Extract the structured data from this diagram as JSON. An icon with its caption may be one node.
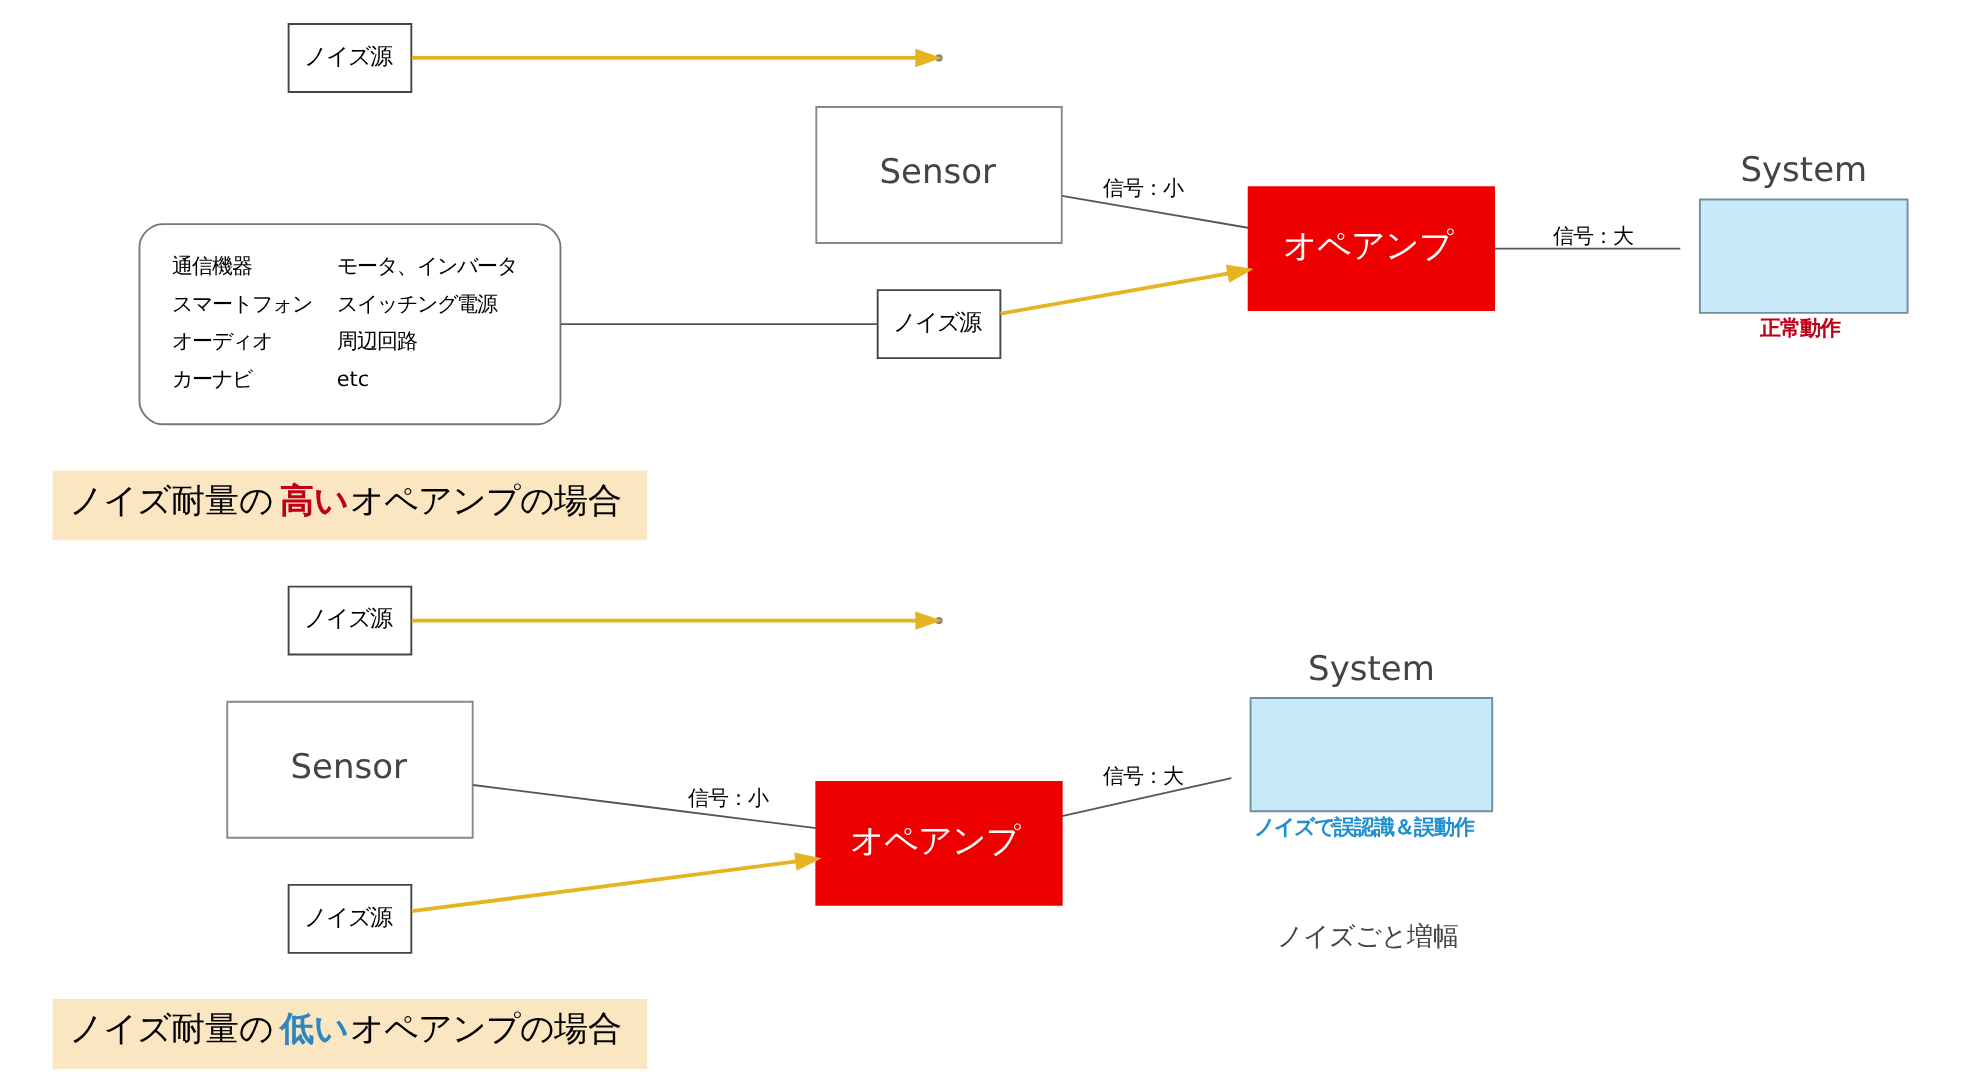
{
  "diagram": {
    "nodes": [
      {
        "text": [
          "ノイズ耐量の**低い**オペアンプの場合"
        ]
      },
      {
        "text": [
          "Sensor"
        ]
      },
      {
        "text": [
          "オペアンプ"
        ]
      },
      {
        "text": [
          "System"
        ],
        "beside": [
          "ノイズで誤認識＆誤動作"
        ]
      },
      {
        "text": [
          "ノイズ源"
        ]
      },
      {
        "text": [
          "ノイズ源"
        ]
      },
      {
        "text": [
          "ノイズ耐量の**高い**オペアンプの場合"
        ]
      },
      {
        "text": [
          "Sensor"
        ]
      },
      {
        "text": [
          "オペアンプ"
        ]
      },
      {
        "text": [
          "System"
        ],
        "beside": [
          "正常動作"
        ]
      },
      {
        "text": [
          "ノイズ源"
        ]
      },
      {
        "text": [
          "ノイズ源"
        ]
      },
      {
        "text": [
          "通信機器",
          "モータ、インバータ",
          "スマートフォン",
          "スイッチング電源",
          "オーディオ",
          "周辺回路",
          "カーナビ",
          "etc"
        ]
      }
    ],
    "edges": [
      {
        "from": 1,
        "to": 2,
        "arrow": "none",
        "label": "信号：小"
      },
      {
        "from": 2,
        "to": 3,
        "arrow": "none",
        "label": "信号：大"
      },
      {
        "from": 4,
        "to": null,
        "arrow": "to",
        "color": "#e6b422"
      },
      {
        "from": 5,
        "to": 2,
        "arrow": "to",
        "color": "#e6b422"
      },
      {
        "from": 7,
        "to": 8,
        "arrow": "none",
        "label": "信号：小"
      },
      {
        "from": 8,
        "to": 9,
        "arrow": "none",
        "label": "信号：大"
      },
      {
        "from": 10,
        "to": null,
        "arrow": "to",
        "color": "#e6b422"
      },
      {
        "from": 11,
        "to": 8,
        "arrow": "to",
        "color": "#e6b422"
      },
      {
        "from": 12,
        "to": 11,
        "arrow": "none"
      }
    ],
    "labels": [
      "ノイズごと増幅"
    ]
  }
}
